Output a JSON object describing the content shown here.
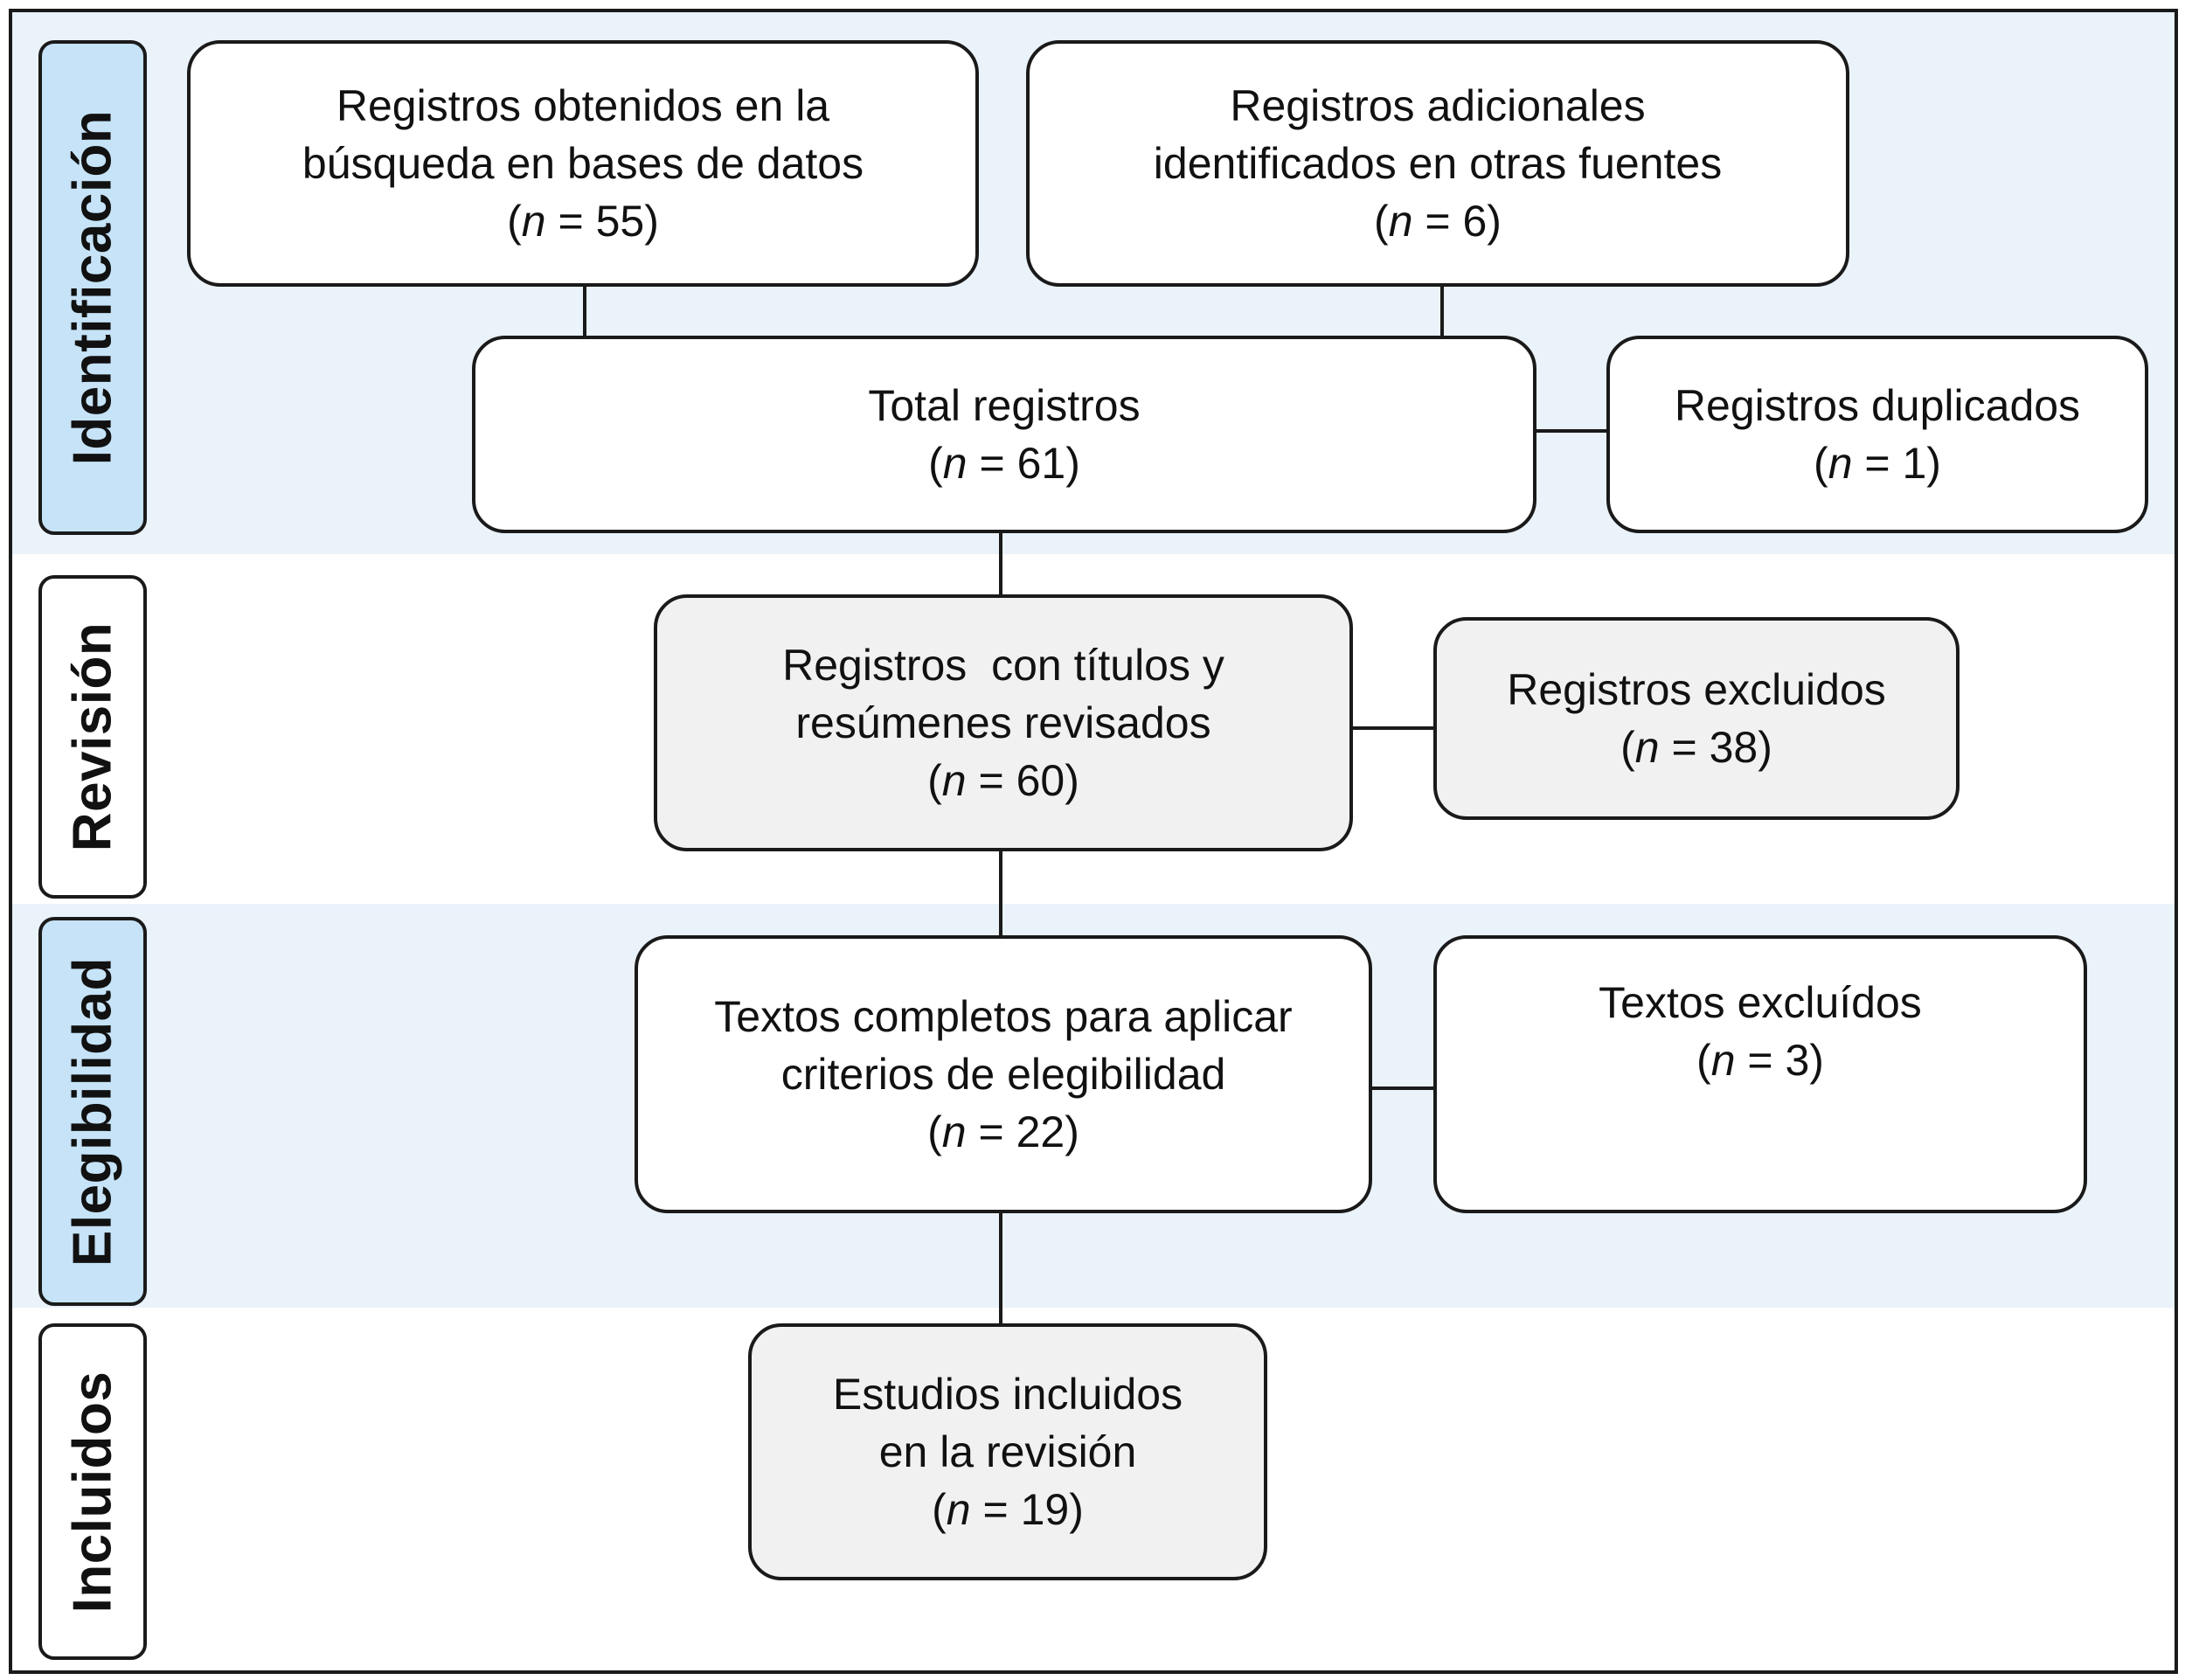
{
  "stages": {
    "identification": "Identificación",
    "screening": "Revisión",
    "eligibility": "Elegibilidad",
    "included": "Incluidos"
  },
  "nodes": {
    "database_records": {
      "lines": [
        "Registros obtenidos en la",
        "búsqueda en bases de datos"
      ],
      "n_prefix": "(",
      "n_symbol": "n",
      "n_value": " = 55)"
    },
    "other_sources": {
      "lines": [
        "Registros adicionales",
        "identificados en otras fuentes"
      ],
      "n_prefix": "(",
      "n_symbol": "n",
      "n_value": " = 6)"
    },
    "total_records": {
      "lines": [
        "Total registros"
      ],
      "n_prefix": "(",
      "n_symbol": "n",
      "n_value": " = 61)"
    },
    "duplicates": {
      "lines": [
        "Registros duplicados"
      ],
      "n_prefix": "(",
      "n_symbol": "n",
      "n_value": " = 1)"
    },
    "screened": {
      "lines": [
        "Registros  con títulos y",
        "resúmenes revisados"
      ],
      "n_prefix": "(",
      "n_symbol": "n",
      "n_value": " = 60)"
    },
    "excluded_records": {
      "lines": [
        "Registros excluidos"
      ],
      "n_prefix": "(",
      "n_symbol": "n",
      "n_value": " = 38)"
    },
    "full_texts": {
      "lines": [
        "Textos completos para aplicar",
        "criterios de elegibilidad"
      ],
      "n_prefix": "(",
      "n_symbol": "n",
      "n_value": " = 22)"
    },
    "excluded_texts": {
      "lines": [
        "Textos excluídos"
      ],
      "n_prefix": "(",
      "n_symbol": "n",
      "n_value": " = 3)"
    },
    "included_studies": {
      "lines": [
        "Estudios incluidos",
        "en la revisión"
      ],
      "n_prefix": "(",
      "n_symbol": "n",
      "n_value": " = 19)"
    }
  },
  "colors": {
    "band_blue": "#eaf2fa",
    "stage_blue": "#c6e3f7",
    "box_gray": "#f1f1f1",
    "line": "#1a1a1a"
  }
}
